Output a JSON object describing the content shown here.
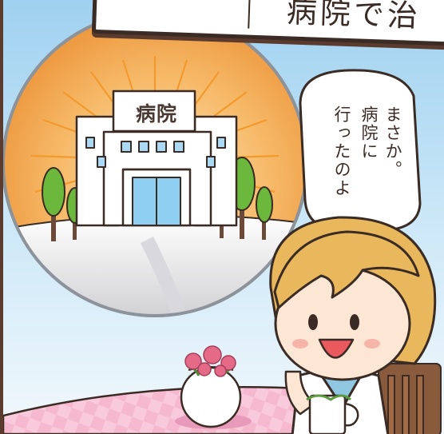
{
  "caption": {
    "text": "病院で治"
  },
  "building": {
    "sign_label": "病院"
  },
  "speech_bubble": {
    "lines": [
      "まさか。",
      "病院に",
      "行ったのよ"
    ]
  },
  "colors": {
    "sky": "#9fd1f0",
    "sunset": "#f2a74a",
    "hair": "#e9b85c",
    "tablecloth": "#f4a9c4",
    "outline": "#3a2b25",
    "tree": "#6cb83c"
  }
}
